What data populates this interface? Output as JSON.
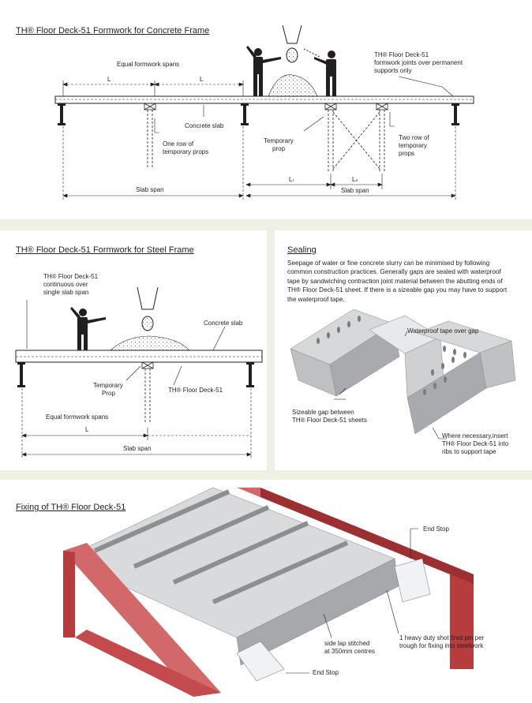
{
  "colors": {
    "background": "#eef1e3",
    "panel": "#ffffff",
    "steel": "#c5484a",
    "deck": "#c9cacc",
    "line": "#231f20"
  },
  "concrete_frame": {
    "title": "TH® Floor Deck-51 Formwork for Concrete Frame",
    "equal_spans": "Equal formwork spans",
    "L1": "L",
    "L2": "L",
    "joints_note": [
      "TH® Floor Deck-51",
      "formwork joints over permanent",
      "supports only"
    ],
    "concrete_slab": "Concrete slab",
    "one_row": [
      "One row of",
      "temporary props"
    ],
    "temporary_prop": [
      "Temporary",
      "prop"
    ],
    "two_row": [
      "Two row of",
      "temporary",
      "props"
    ],
    "slab_span_left": "Slab span",
    "L_l": "Lₗ",
    "L_s": "Lₛ",
    "slab_span_right": "Slab span"
  },
  "steel_frame": {
    "title": "TH® Floor Deck-51 Formwork for Steel Frame",
    "continuous_note": [
      "TH® Floor Deck-51",
      "continuous over",
      "single slab span"
    ],
    "concrete_slab": "Concrete slab",
    "temporary_prop": [
      "Temporary",
      "Prop"
    ],
    "deck_label": "TH® Floor Deck-51",
    "equal_spans": "Equal formwork spans",
    "L": "L",
    "slab_span": "Slab span"
  },
  "sealing": {
    "title": "Sealing",
    "body": "Seepage of water or fine concrete slurry can be minimised by following common construction practices. Generally gaps are sealed with waterproof tape by sandwiching contraction joint material between the abutting ends of TH® Floor Deck-51 sheet. If there is a sizeable gap you may have to support the waterproof tape.",
    "tape_label": "Waterproof tape over gap",
    "gap_label": [
      "Sizeable gap between",
      "TH® Floor Deck-51 sheets"
    ],
    "insert_label": [
      "Where necessary,insert",
      "TH® Floor Deck-51 into",
      "ribs to support tape"
    ]
  },
  "fixing": {
    "title": "Fixing of TH® Floor Deck-51",
    "end_stop_top": "End Stop",
    "end_stop_bottom": "End Stop",
    "side_lap": [
      "side lap stitched",
      "at 350mm centres"
    ],
    "pin_note": [
      "1 heavy duty shot fired pin per",
      "trough for fixing into steelwork"
    ]
  }
}
